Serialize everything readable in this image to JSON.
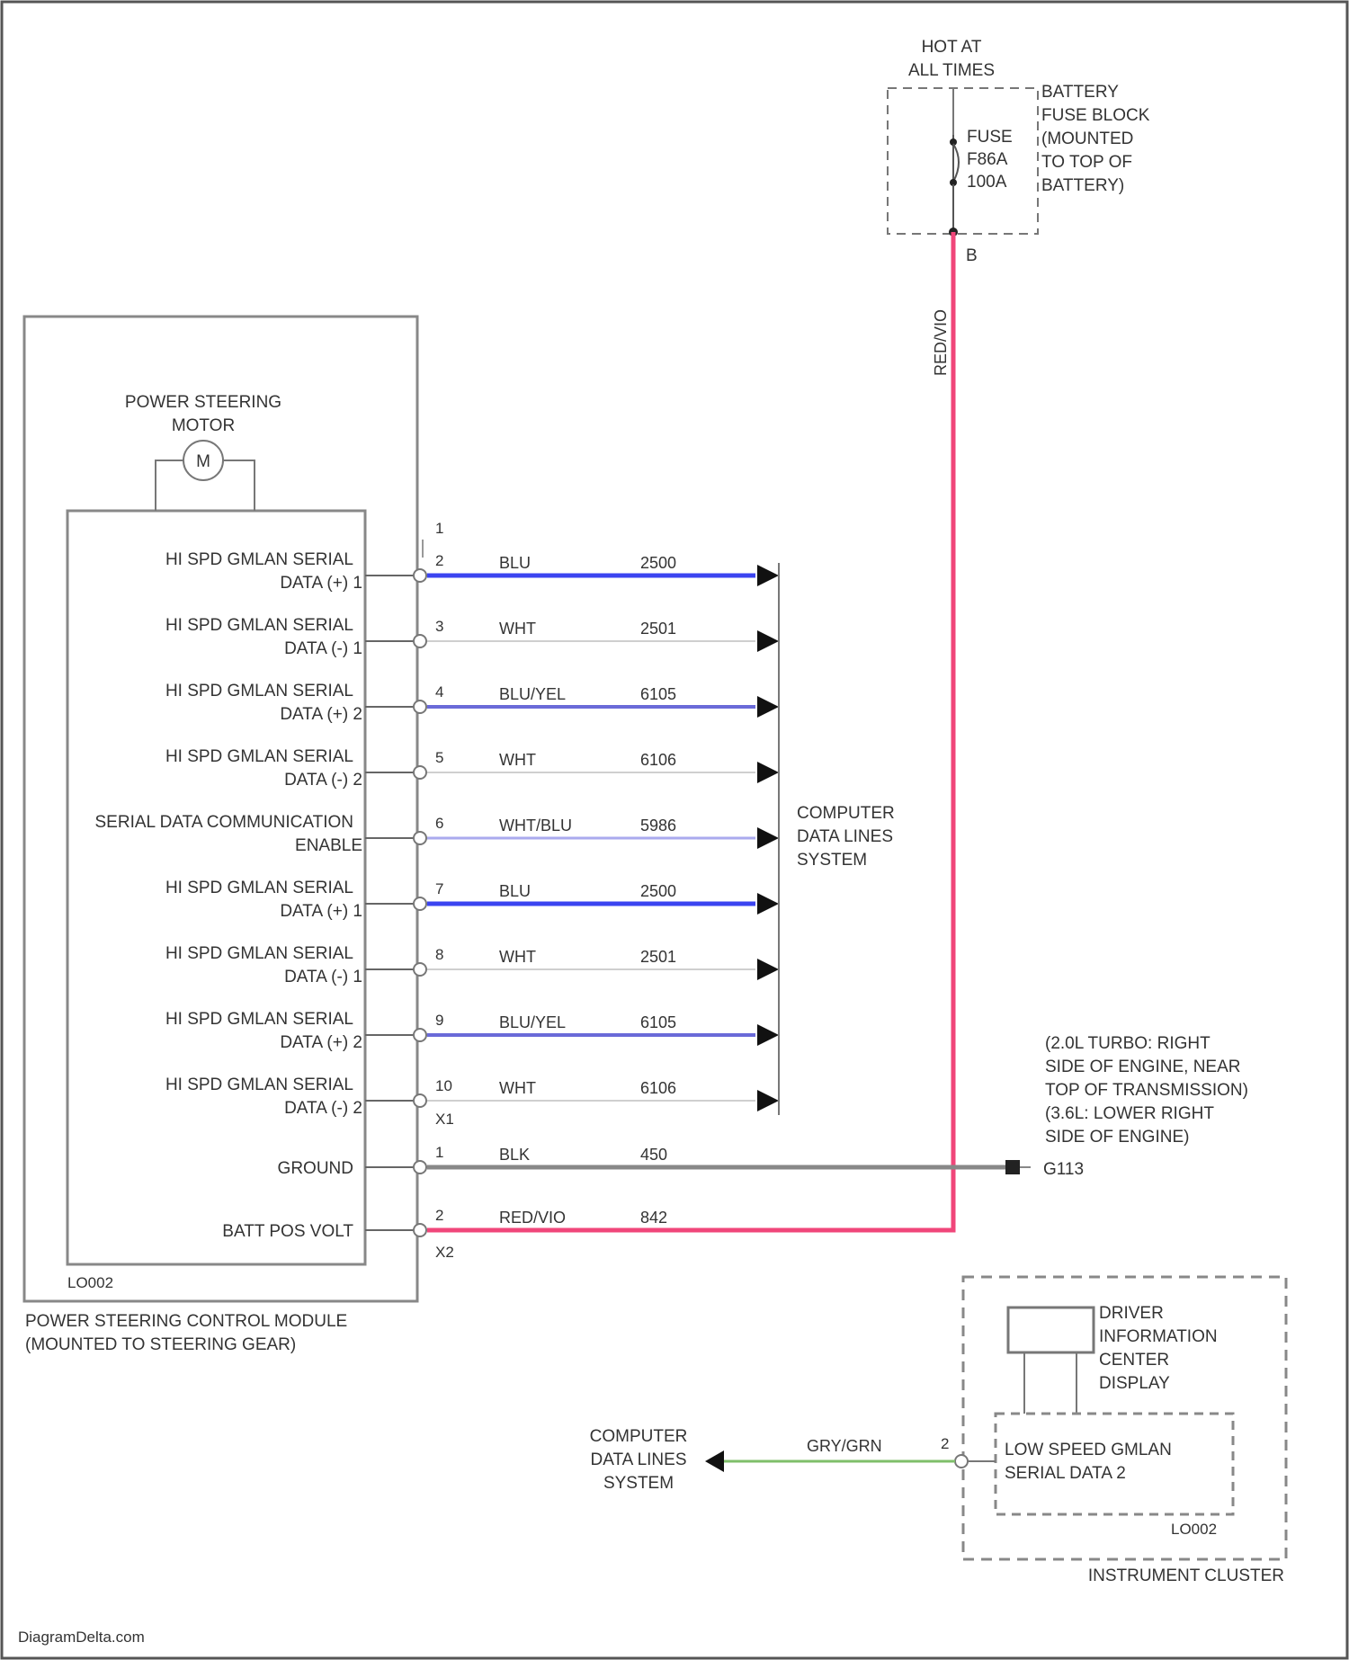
{
  "power_source": {
    "hot_label": [
      "HOT AT",
      "ALL TIMES"
    ],
    "fuse_label": [
      "FUSE",
      "F86A",
      "100A"
    ],
    "block_label": [
      "BATTERY",
      "FUSE BLOCK",
      "(MOUNTED",
      "TO TOP OF",
      "BATTERY)"
    ],
    "terminal": "B",
    "wire_color": "RED/VIO"
  },
  "motor": {
    "label": [
      "POWER STEERING",
      "MOTOR"
    ],
    "symbol": "M"
  },
  "module": {
    "name": [
      "POWER STEERING CONTROL MODULE",
      "(MOUNTED TO STEERING GEAR)"
    ],
    "location_code": "LO002",
    "connector_x1": "X1",
    "connector_x2": "X2",
    "pin1_label": "1"
  },
  "x1_pins": [
    {
      "label": [
        "HI SPD GMLAN SERIAL",
        "DATA (+) 1"
      ],
      "pin": "2",
      "color": "BLU",
      "circuit": "2500",
      "hex": "#3b44f0",
      "width": 5
    },
    {
      "label": [
        "HI SPD GMLAN SERIAL",
        "DATA (-) 1"
      ],
      "pin": "3",
      "color": "WHT",
      "circuit": "2501",
      "hex": "#cfcfcf",
      "width": 2
    },
    {
      "label": [
        "HI SPD GMLAN SERIAL",
        "DATA (+) 2"
      ],
      "pin": "4",
      "color": "BLU/YEL",
      "circuit": "6105",
      "hex": "#6a6ad8",
      "width": 4
    },
    {
      "label": [
        "HI SPD GMLAN SERIAL",
        "DATA (-) 2"
      ],
      "pin": "5",
      "color": "WHT",
      "circuit": "6106",
      "hex": "#cfcfcf",
      "width": 2
    },
    {
      "label": [
        "SERIAL DATA COMMUNICATION",
        "ENABLE"
      ],
      "pin": "6",
      "color": "WHT/BLU",
      "circuit": "5986",
      "hex": "#aaaaee",
      "width": 3
    },
    {
      "label": [
        "HI SPD GMLAN SERIAL",
        "DATA (+) 1"
      ],
      "pin": "7",
      "color": "BLU",
      "circuit": "2500",
      "hex": "#3b44f0",
      "width": 5
    },
    {
      "label": [
        "HI SPD GMLAN SERIAL",
        "DATA (-) 1"
      ],
      "pin": "8",
      "color": "WHT",
      "circuit": "2501",
      "hex": "#cfcfcf",
      "width": 2
    },
    {
      "label": [
        "HI SPD GMLAN SERIAL",
        "DATA (+) 2"
      ],
      "pin": "9",
      "color": "BLU/YEL",
      "circuit": "6105",
      "hex": "#6a6ad8",
      "width": 4
    },
    {
      "label": [
        "HI SPD GMLAN SERIAL",
        "DATA (-) 2"
      ],
      "pin": "10",
      "color": "WHT",
      "circuit": "6106",
      "hex": "#cfcfcf",
      "width": 2
    }
  ],
  "x2_pins": [
    {
      "label": "GROUND",
      "pin": "1",
      "color": "BLK",
      "circuit": "450",
      "hex": "#888888"
    },
    {
      "label": "BATT POS VOLT",
      "pin": "2",
      "color": "RED/VIO",
      "circuit": "842",
      "hex": "#f0467a"
    }
  ],
  "data_dest": [
    "COMPUTER",
    "DATA LINES",
    "SYSTEM"
  ],
  "ground": {
    "id": "G113",
    "note": [
      "(2.0L TURBO: RIGHT",
      "SIDE OF ENGINE, NEAR",
      "TOP OF TRANSMISSION)",
      "(3.6L: LOWER RIGHT",
      "SIDE OF ENGINE)"
    ]
  },
  "cluster": {
    "dic_label": [
      "DRIVER",
      "INFORMATION",
      "CENTER",
      "DISPLAY"
    ],
    "serial_label": [
      "LOW SPEED GMLAN",
      "SERIAL DATA 2"
    ],
    "inner_code": "LO002",
    "name": "INSTRUMENT CLUSTER",
    "pin": "2",
    "wire_color": "GRY/GRN",
    "wire_hex": "#7fbf6a",
    "dest": [
      "COMPUTER",
      "DATA LINES",
      "SYSTEM"
    ]
  },
  "footer": "DiagramDelta.com"
}
